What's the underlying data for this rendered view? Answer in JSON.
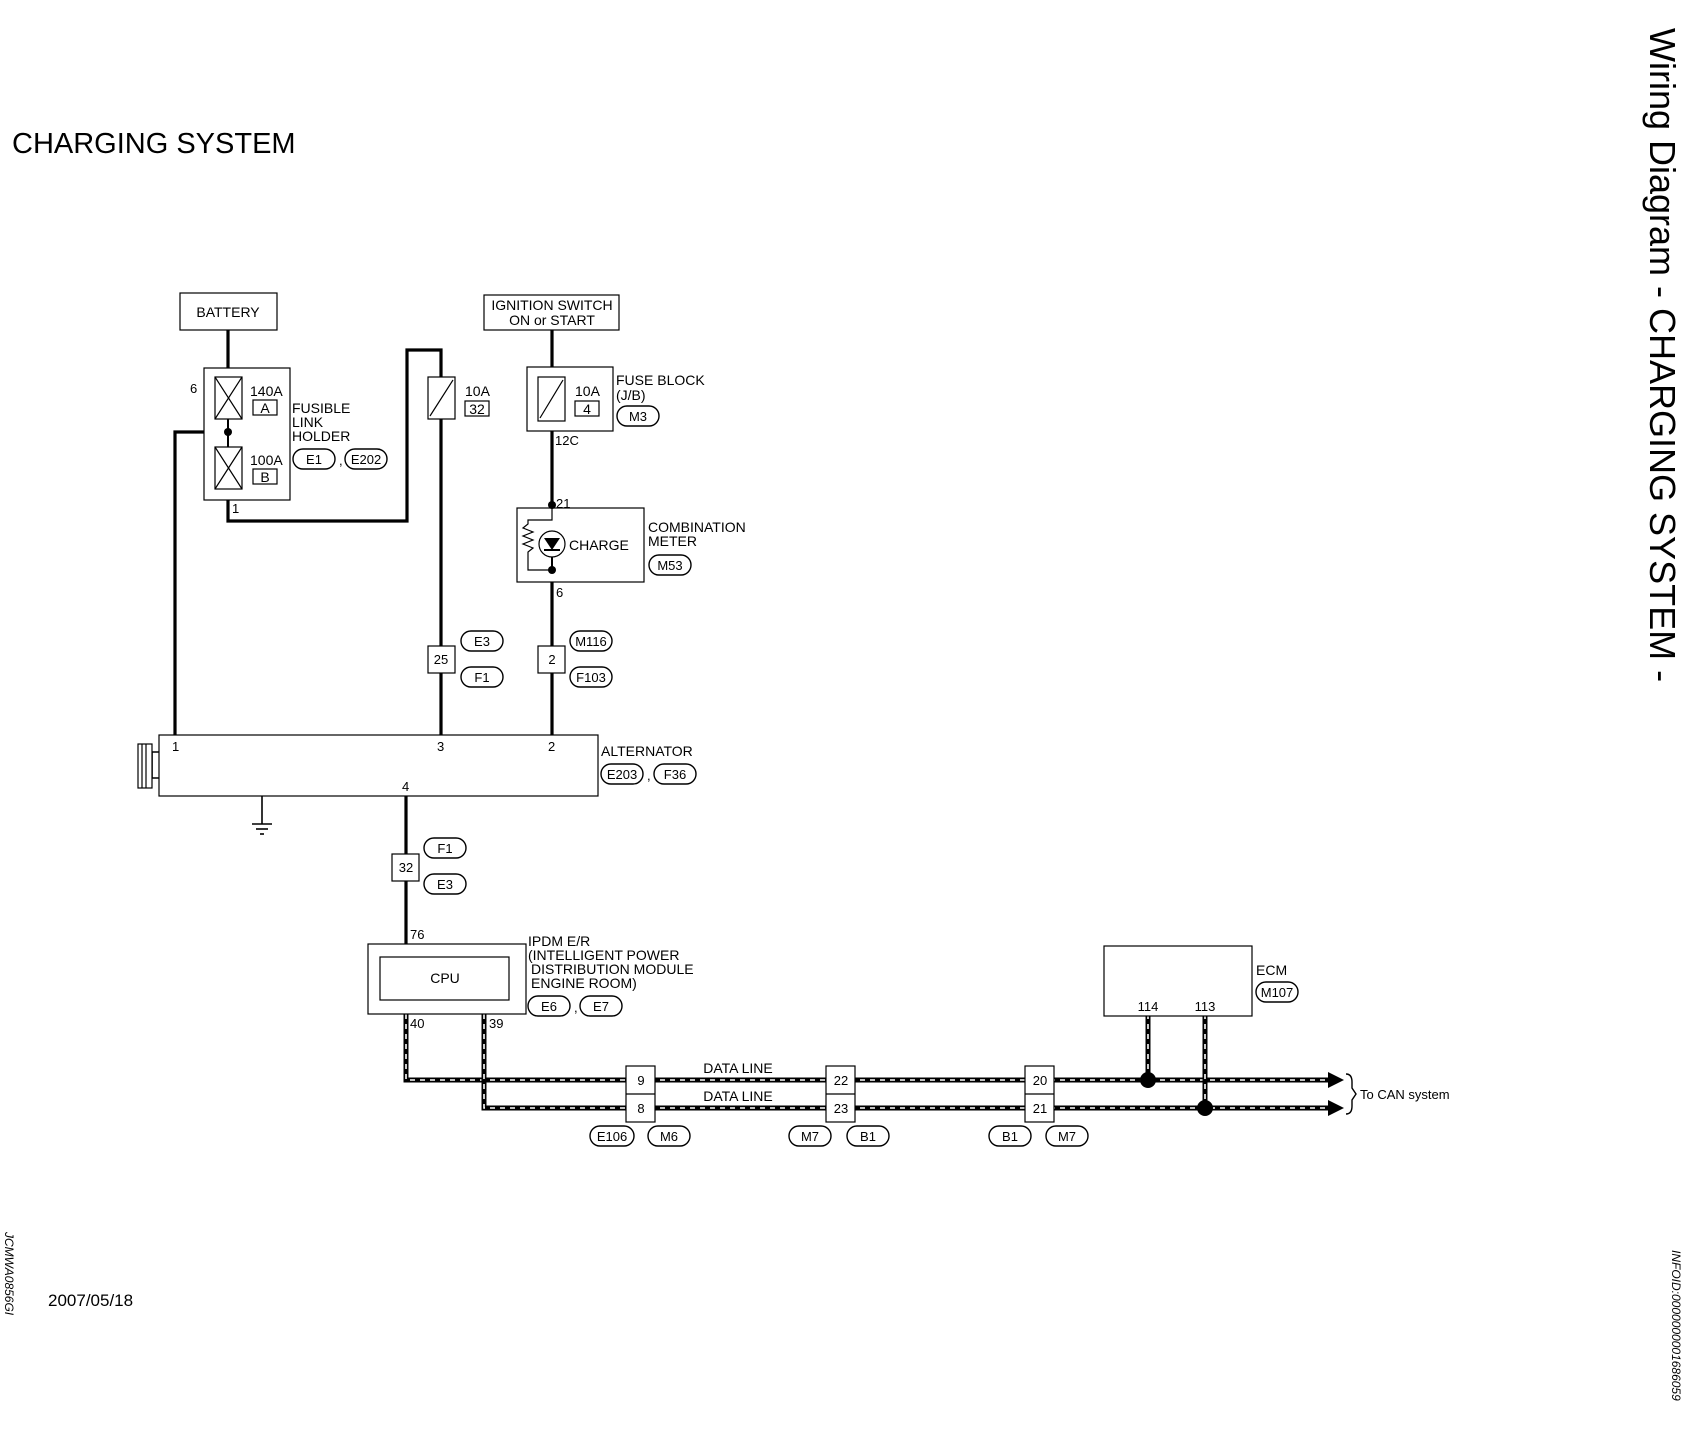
{
  "header": {
    "title": "CHARGING SYSTEM",
    "side_title": "Wiring Diagram - CHARGING SYSTEM -"
  },
  "footer": {
    "date": "2007/05/18",
    "left_code": "JCMWA0856GI",
    "info_id": "INFOID:0000000001686059"
  },
  "battery": {
    "label": "BATTERY"
  },
  "ignition": {
    "line1": "IGNITION SWITCH",
    "line2": "ON or START"
  },
  "fusible_link": {
    "name_line1": "FUSIBLE",
    "name_line2": "LINK",
    "name_line3": "HOLDER",
    "fuse_a_rating": "140A",
    "fuse_a_id": "A",
    "fuse_b_rating": "100A",
    "fuse_b_id": "B",
    "pin_left": "6",
    "pin_bottom": "1",
    "connectors": [
      "E1",
      "E202"
    ]
  },
  "fuse_10a_32": {
    "rating": "10A",
    "id": "32"
  },
  "fuse_block": {
    "name_line1": "FUSE BLOCK",
    "name_line2": "(J/B)",
    "rating": "10A",
    "id": "4",
    "connector": "M3",
    "pin": "12C"
  },
  "combination_meter": {
    "name_line1": "COMBINATION",
    "name_line2": "METER",
    "lamp_label": "CHARGE",
    "connector": "M53",
    "pin_top": "21",
    "pin_bottom": "6"
  },
  "junction_25": {
    "pin": "25",
    "connectors": [
      "E3",
      "F1"
    ]
  },
  "junction_2": {
    "pin": "2",
    "connectors": [
      "M116",
      "F103"
    ]
  },
  "alternator": {
    "name": "ALTERNATOR",
    "pins": [
      "1",
      "3",
      "2",
      "4"
    ],
    "connectors": [
      "E203",
      "F36"
    ]
  },
  "junction_32": {
    "pin": "32",
    "connectors": [
      "F1",
      "E3"
    ]
  },
  "ipdm": {
    "name_line1": "IPDM E/R",
    "name_line2": "(INTELLIGENT POWER",
    "name_line3": "DISTRIBUTION MODULE",
    "name_line4": "ENGINE ROOM)",
    "cpu_label": "CPU",
    "pin_top": "76",
    "pin_can_h": "40",
    "pin_can_l": "39",
    "connectors": [
      "E6",
      "E7"
    ]
  },
  "data_line": {
    "label_top": "DATA LINE",
    "label_bottom": "DATA LINE",
    "joint_1": {
      "pin_top": "9",
      "pin_bottom": "8",
      "connectors": [
        "E106",
        "M6"
      ]
    },
    "joint_2": {
      "pin_top": "22",
      "pin_bottom": "23",
      "connectors": [
        "M7",
        "B1"
      ]
    },
    "joint_3": {
      "pin_top": "20",
      "pin_bottom": "21",
      "connectors": [
        "B1",
        "M7"
      ]
    },
    "to_can": "To CAN system"
  },
  "ecm": {
    "name": "ECM",
    "connector": "M107",
    "pin_a": "114",
    "pin_b": "113"
  }
}
